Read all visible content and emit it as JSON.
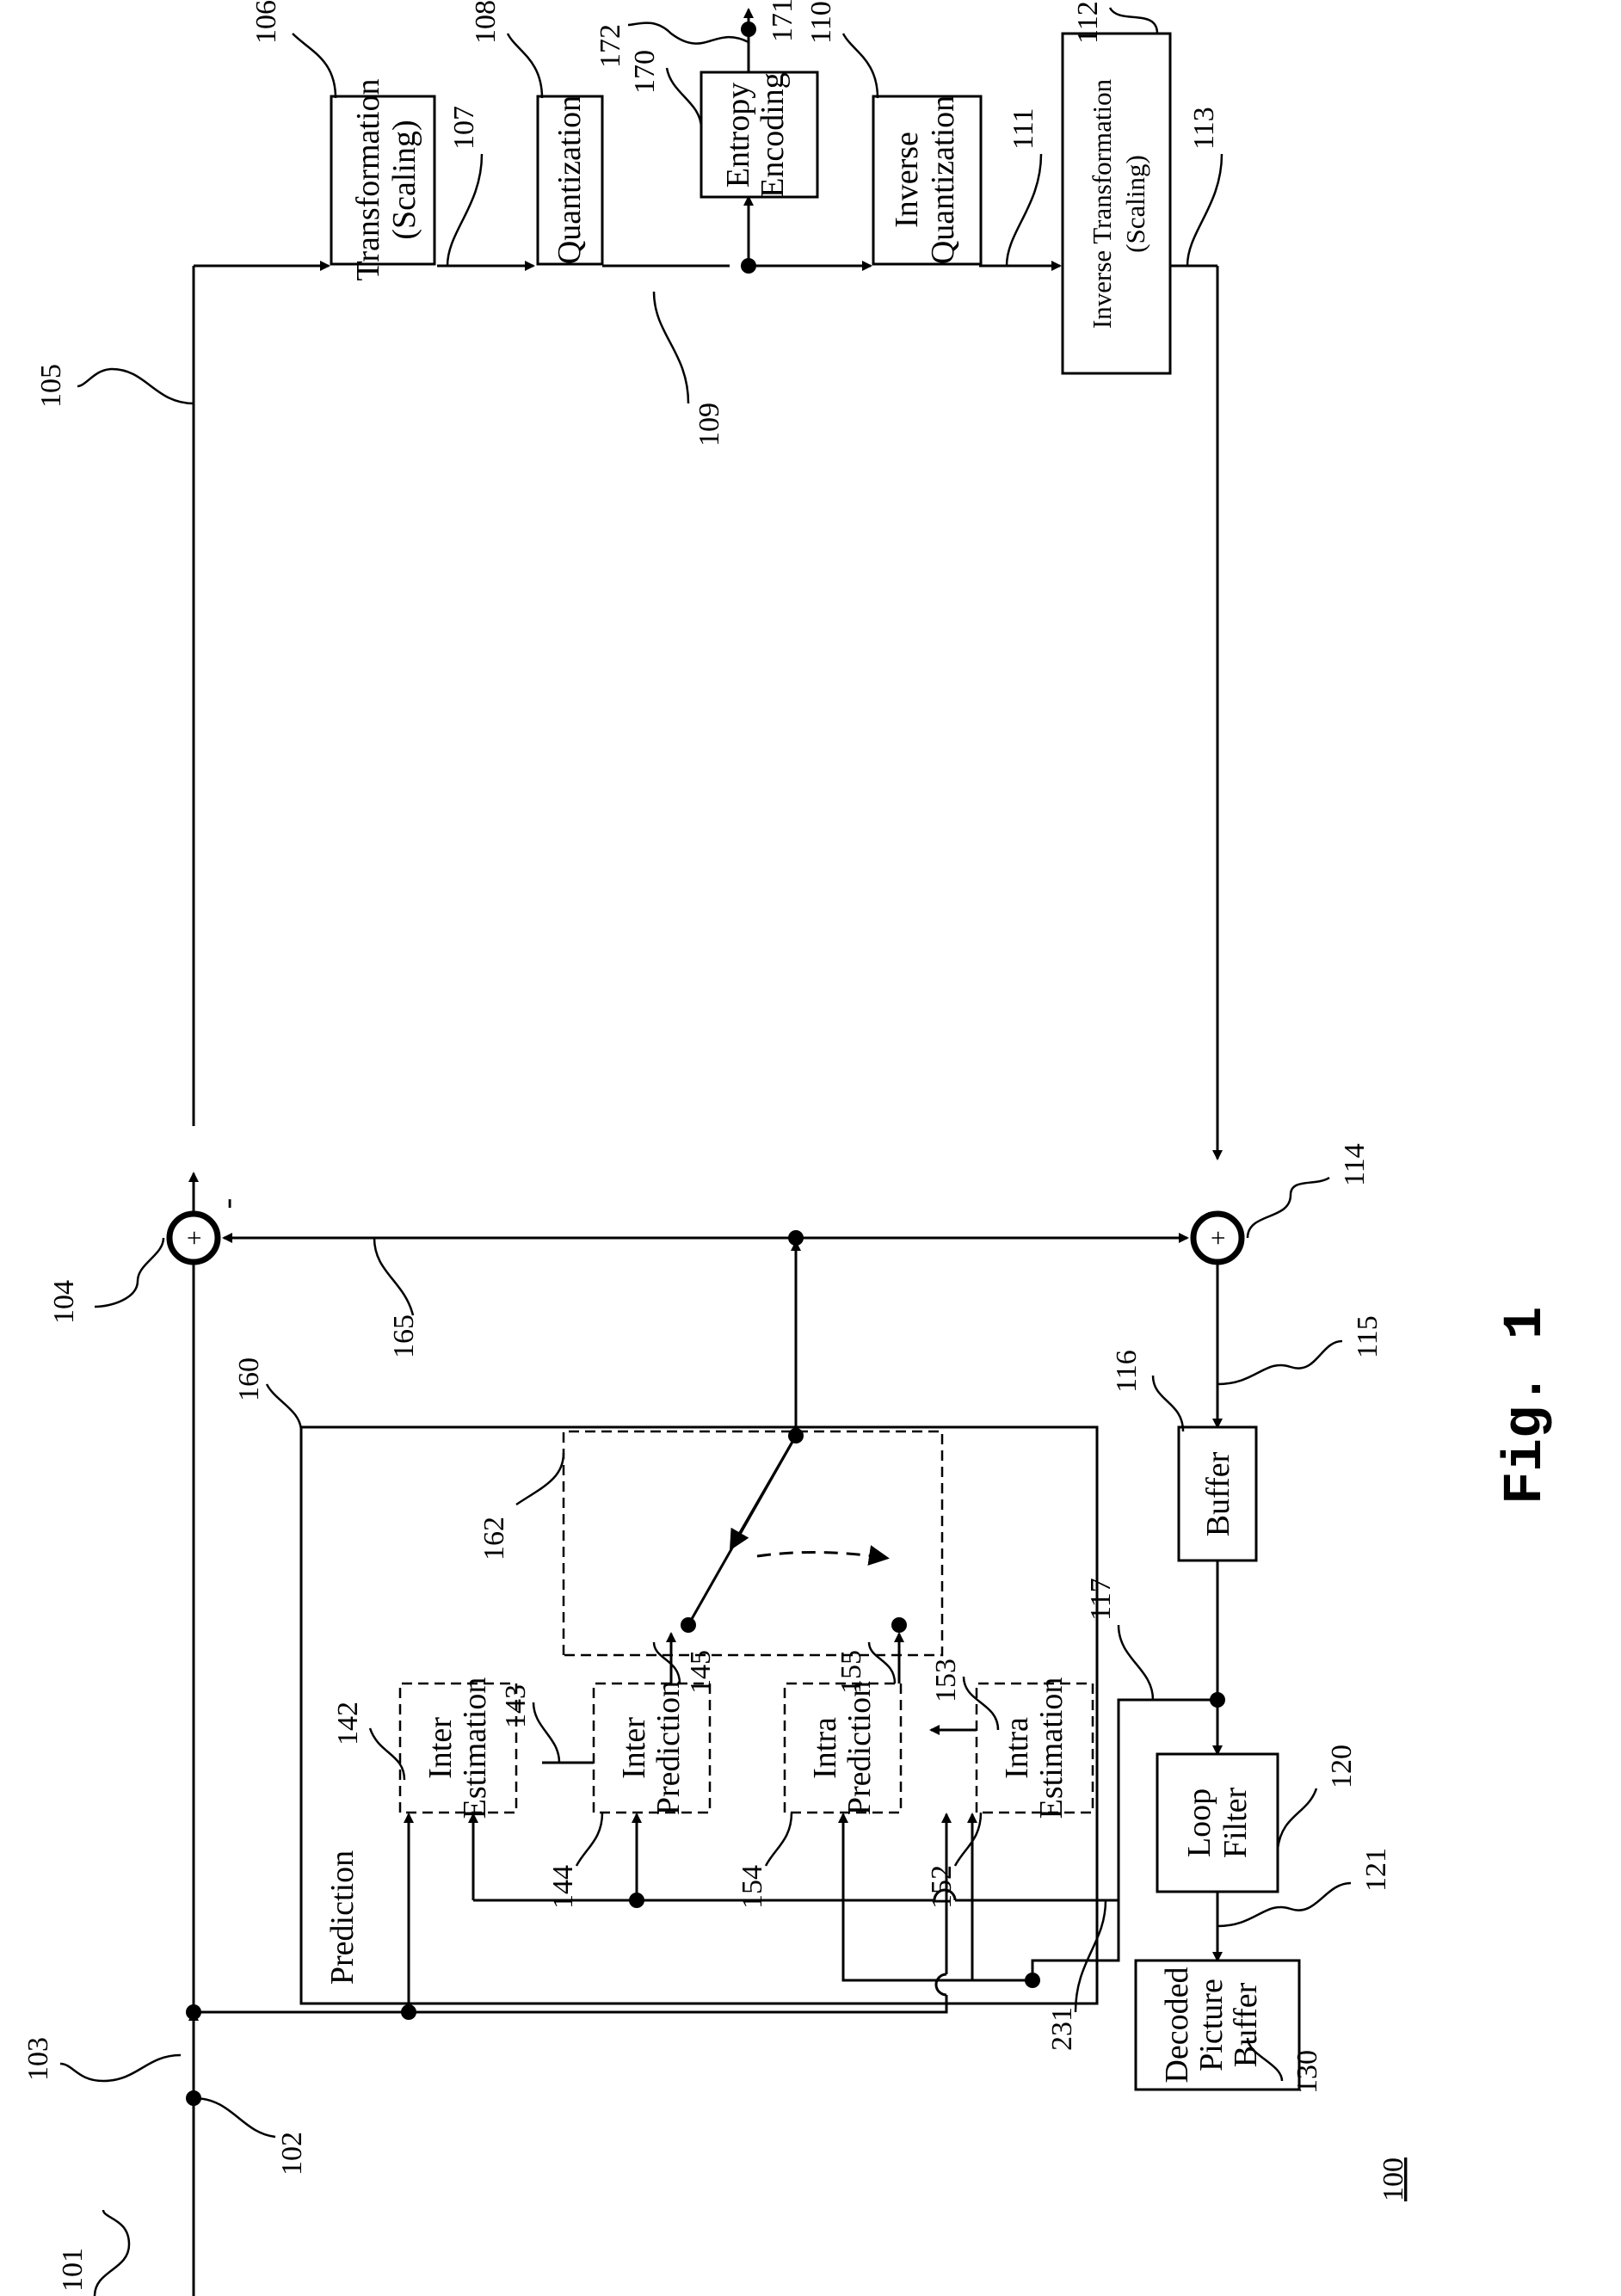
{
  "figure_label": "Fig. 1",
  "figure_number": "100",
  "blocks": {
    "transformation": [
      "Transformation",
      "(Scaling)"
    ],
    "quantization": [
      "Quantization"
    ],
    "entropy_encoding": [
      "Entropy",
      "Encoding"
    ],
    "inverse_quantization": [
      "Inverse",
      "Quantization"
    ],
    "inverse_transformation": [
      "Inverse Transformation",
      "(Scaling)"
    ],
    "buffer": [
      "Buffer"
    ],
    "loop_filter": [
      "Loop",
      "Filter"
    ],
    "decoded_picture_buffer": [
      "Decoded",
      "Picture",
      "Buffer"
    ],
    "prediction": [
      "Prediction"
    ],
    "inter_estimation": [
      "Inter",
      "Estimation"
    ],
    "inter_prediction": [
      "Inter",
      "Prediction"
    ],
    "intra_prediction": [
      "Intra",
      "Prediction"
    ],
    "intra_estimation": [
      "Intra",
      "Estimation"
    ]
  },
  "summing_junctions": {
    "sign": "+",
    "minus_sign": "-"
  },
  "reference_numerals": {
    "n101": "101",
    "n102": "102",
    "n103": "103",
    "n104": "104",
    "n105": "105",
    "n106": "106",
    "n107": "107",
    "n108": "108",
    "n109": "109",
    "n110": "110",
    "n111": "111",
    "n112": "112",
    "n113": "113",
    "n114": "114",
    "n115": "115",
    "n116": "116",
    "n117": "117",
    "n120": "120",
    "n121": "121",
    "n130": "130",
    "n142": "142",
    "n143": "143",
    "n144": "144",
    "n145": "145",
    "n152": "152",
    "n153": "153",
    "n154": "154",
    "n155": "155",
    "n160": "160",
    "n162": "162",
    "n165": "165",
    "n170": "170",
    "n171": "171",
    "n172": "172",
    "n231": "231"
  }
}
